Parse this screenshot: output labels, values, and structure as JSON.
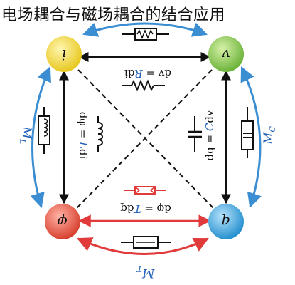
{
  "title": "电场耦合与磁场耦合的结合应用",
  "nodes": {
    "i": {
      "label": "i",
      "color": "#f2dc4a"
    },
    "v": {
      "label": "v",
      "color": "#8fcf4f"
    },
    "phi": {
      "label": "φ",
      "color": "#ea5a4a"
    },
    "q": {
      "label": "q",
      "color": "#3aa6df"
    }
  },
  "relations": {
    "top": {
      "left": "dv = ",
      "sym": "R",
      "right": "di"
    },
    "left": {
      "left": "dφ = ",
      "sym": "L",
      "right": "di"
    },
    "right": {
      "left": "dq = ",
      "sym": "C",
      "right": "dv"
    },
    "bottom": {
      "left": "dφ = ",
      "sym": "T",
      "right": "dq"
    }
  },
  "outer": {
    "left": "M",
    "left_sub": "L",
    "right": "M",
    "right_sub": "C",
    "bottom": "M",
    "bottom_sub": "T"
  },
  "colors": {
    "blue": "#3b8ed1",
    "red": "#e03a3a",
    "black": "#111111",
    "label_blue": "#1f5fb8"
  }
}
